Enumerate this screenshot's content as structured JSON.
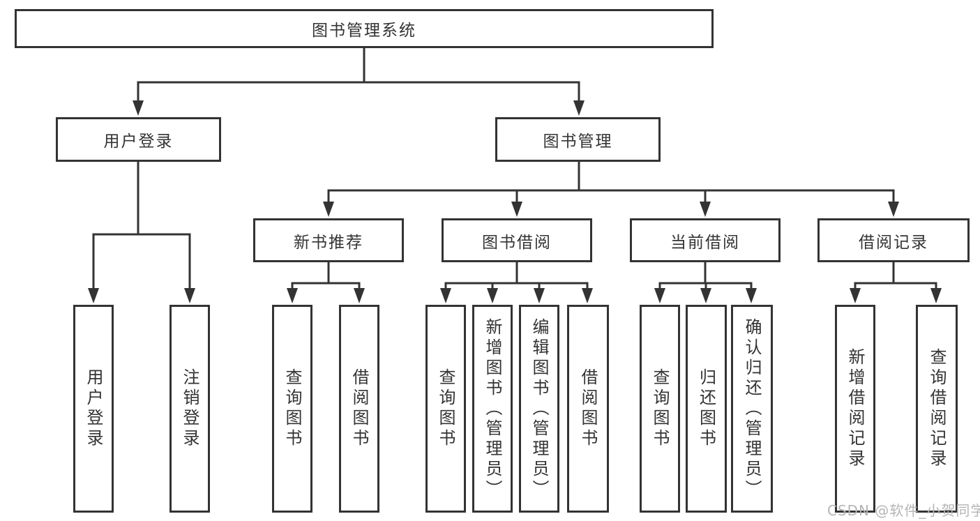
{
  "diagram_title": "图书管理系统",
  "tree": {
    "label": "图书管理系统",
    "children": [
      {
        "label": "用户登录",
        "children": [
          {
            "label": "用户登录"
          },
          {
            "label": "注销登录"
          }
        ]
      },
      {
        "label": "图书管理",
        "children": [
          {
            "label": "新书推荐",
            "children": [
              {
                "label": "查询图书"
              },
              {
                "label": "借阅图书"
              }
            ]
          },
          {
            "label": "图书借阅",
            "children": [
              {
                "label": "查询图书"
              },
              {
                "label": "新增图书（管理员）"
              },
              {
                "label": "编辑图书（管理员）"
              },
              {
                "label": "借阅图书"
              }
            ]
          },
          {
            "label": "当前借阅",
            "children": [
              {
                "label": "查询图书"
              },
              {
                "label": "归还图书"
              },
              {
                "label": "确认归还（管理员）"
              }
            ]
          },
          {
            "label": "借阅记录",
            "children": [
              {
                "label": "新增借阅记录"
              },
              {
                "label": "查询借阅记录"
              }
            ]
          }
        ]
      }
    ]
  },
  "watermark": {
    "text": "CSDN @软件_小贺同学"
  },
  "colors": {
    "line": "#333333",
    "box_border": "#333333",
    "text": "#333333",
    "watermark": "#b5b5b5",
    "background": "#ffffff"
  }
}
